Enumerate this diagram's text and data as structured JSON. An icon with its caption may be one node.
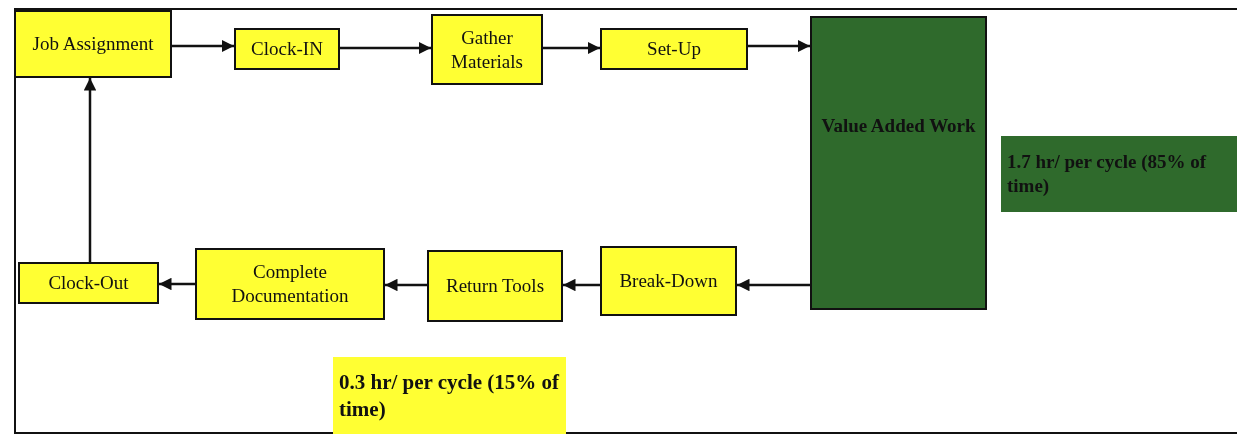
{
  "diagram": {
    "nodes": [
      {
        "text": [
          "Job Assignment"
        ]
      },
      {
        "text": [
          "Clock-IN"
        ]
      },
      {
        "text": [
          "Gather Materials"
        ]
      },
      {
        "text": [
          "Set-Up"
        ]
      },
      {
        "text": [
          "Value Added Work"
        ]
      },
      {
        "text": [
          "Break-Down"
        ]
      },
      {
        "text": [
          "Return Tools"
        ]
      },
      {
        "text": [
          "Complete Documentation"
        ]
      },
      {
        "text": [
          "Clock-Out"
        ]
      },
      {
        "text": [
          "0.3 hr/ per cycle (15% of time)"
        ]
      },
      {
        "text": [
          "1.7 hr/ per cycle (85% of time)"
        ]
      }
    ],
    "edges": [
      {
        "from": 0,
        "to": 1,
        "arrow": "to"
      },
      {
        "from": 1,
        "to": 2,
        "arrow": "to"
      },
      {
        "from": 2,
        "to": 3,
        "arrow": "to"
      },
      {
        "from": 3,
        "to": 4,
        "arrow": "to"
      },
      {
        "from": 4,
        "to": 5,
        "arrow": "to"
      },
      {
        "from": 5,
        "to": 6,
        "arrow": "to"
      },
      {
        "from": 6,
        "to": 7,
        "arrow": "to"
      },
      {
        "from": 7,
        "to": 8,
        "arrow": "to"
      },
      {
        "from": 8,
        "to": 0,
        "arrow": "to"
      }
    ]
  }
}
